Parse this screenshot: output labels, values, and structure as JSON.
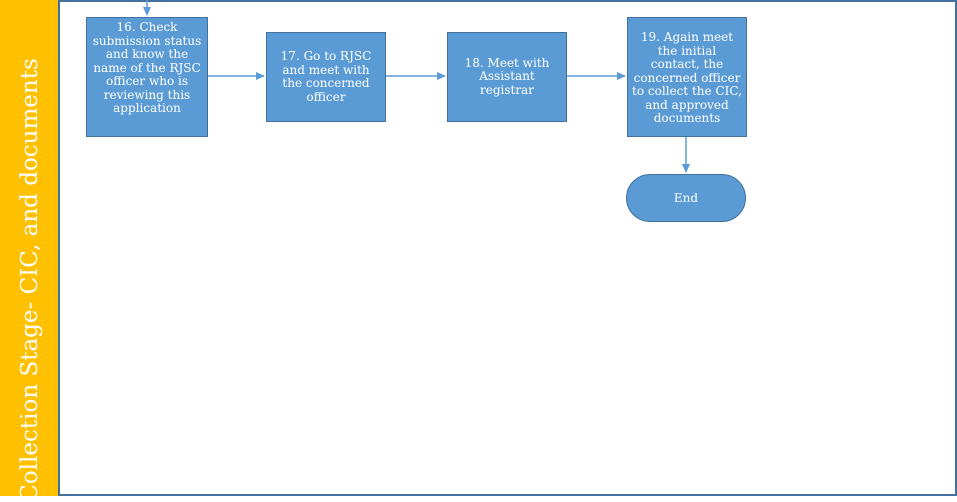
{
  "lane": {
    "label": "Collection Stage- CIC, and documents",
    "color": "#FFC000"
  },
  "steps": [
    {
      "id": "16",
      "text": "16. Check submission status and know the name of the RJSC officer who is reviewing this application"
    },
    {
      "id": "17",
      "text": "17. Go to RJSC and meet with the concerned officer"
    },
    {
      "id": "18",
      "text": "18. Meet with Assistant registrar"
    },
    {
      "id": "19",
      "text": "19. Again meet the initial contact, the concerned officer to collect the CIC, and approved documents"
    }
  ],
  "end": {
    "label": "End"
  },
  "colors": {
    "box_fill": "#5B9BD5",
    "box_border": "#41719C",
    "lane_fill": "#FFC000"
  }
}
